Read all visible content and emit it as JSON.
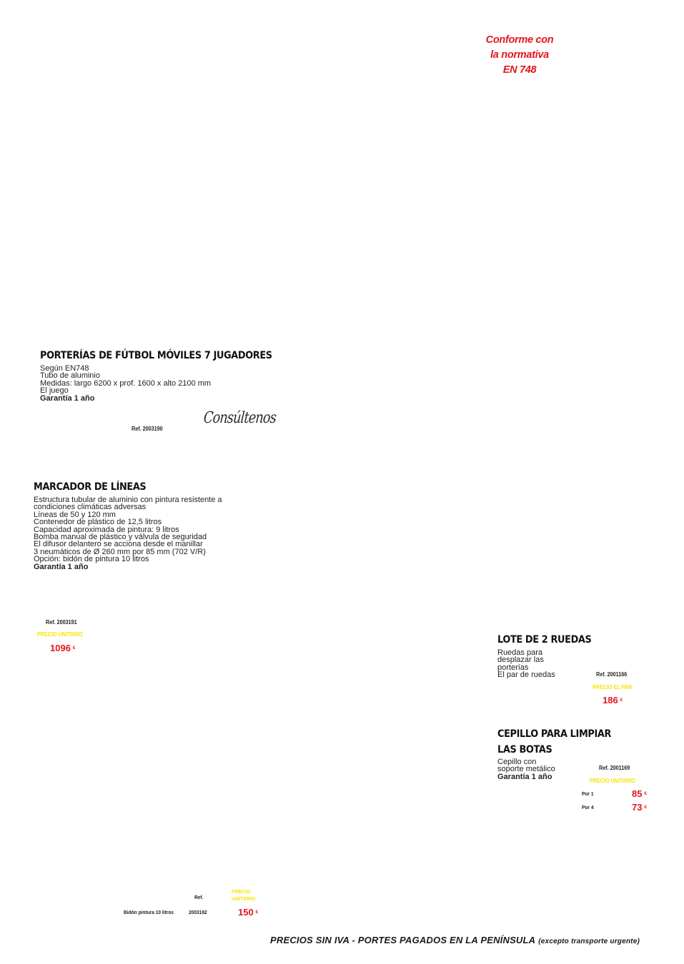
{
  "normativa": [
    "Conforme con",
    "la normativa",
    "EN 748"
  ],
  "porterias": {
    "title": "PORTERÍAS DE FÚTBOL MÓVILES 7 JUGADORES",
    "lines": [
      "Según EN748",
      "Tubo de aluminio",
      "Medidas: largo 6200 x prof. 1600 x alto 2100 mm",
      "El juego"
    ],
    "garantia": "Garantía 1 año",
    "ref": "Ref. 2003190",
    "consultenos": "Consúltenos"
  },
  "marcador": {
    "title": "MARCADOR DE LÍNEAS",
    "lines": [
      "Estructura tubular de aluminio con pintura resistente a",
      "condiciones climáticas adversas",
      "Líneas de 50 y 120 mm",
      "Contenedor de plástico de 12,5 litros",
      "Capacidad aproximada de pintura: 9 litros",
      "Bomba manual de plástico y válvula de seguridad",
      "El difusor delantero se acciona desde el manillar",
      "3 neumáticos de Ø 260 mm por 85 mm (702 V/R)",
      "Opción: bidón de pintura 10 litros"
    ],
    "garantia": "Garantía 1 año",
    "ref": "Ref. 2003191",
    "price_label": "PRECIO UNITARIO",
    "price": "1096",
    "currency": "€"
  },
  "ruedas": {
    "title": "LOTE DE 2 RUEDAS",
    "lines": [
      "Ruedas para",
      "desplazar las",
      "porterías",
      "El par de ruedas"
    ],
    "ref": "Ref. 2001166",
    "price_label": "PRECIO EL PAR",
    "price": "186",
    "currency": "€"
  },
  "cepillo": {
    "title_lines": [
      "CEPILLO PARA LIMPIAR",
      "LAS BOTAS"
    ],
    "lines": [
      "Cepillo con",
      "soporte metálico"
    ],
    "garantia": "Garantía 1 año",
    "ref": "Ref. 2001169",
    "price_label": "PRECIO UNITARIO",
    "rows": [
      {
        "label": "Por 1",
        "price": "85",
        "currency": "€"
      },
      {
        "label": "Por 4",
        "price": "73",
        "currency": "€"
      }
    ]
  },
  "bidon": {
    "ref_header": "Ref.",
    "price_header": [
      "PRECIO",
      "UNITARIO"
    ],
    "name": "Bidón pintura 10 litros",
    "ref": "2003192",
    "price": "150",
    "currency": "€"
  },
  "footer": {
    "main": "PRECIOS SIN IVA - PORTES PAGADOS EN LA PENÍNSULA",
    "note": "(excepto transporte urgente)"
  }
}
